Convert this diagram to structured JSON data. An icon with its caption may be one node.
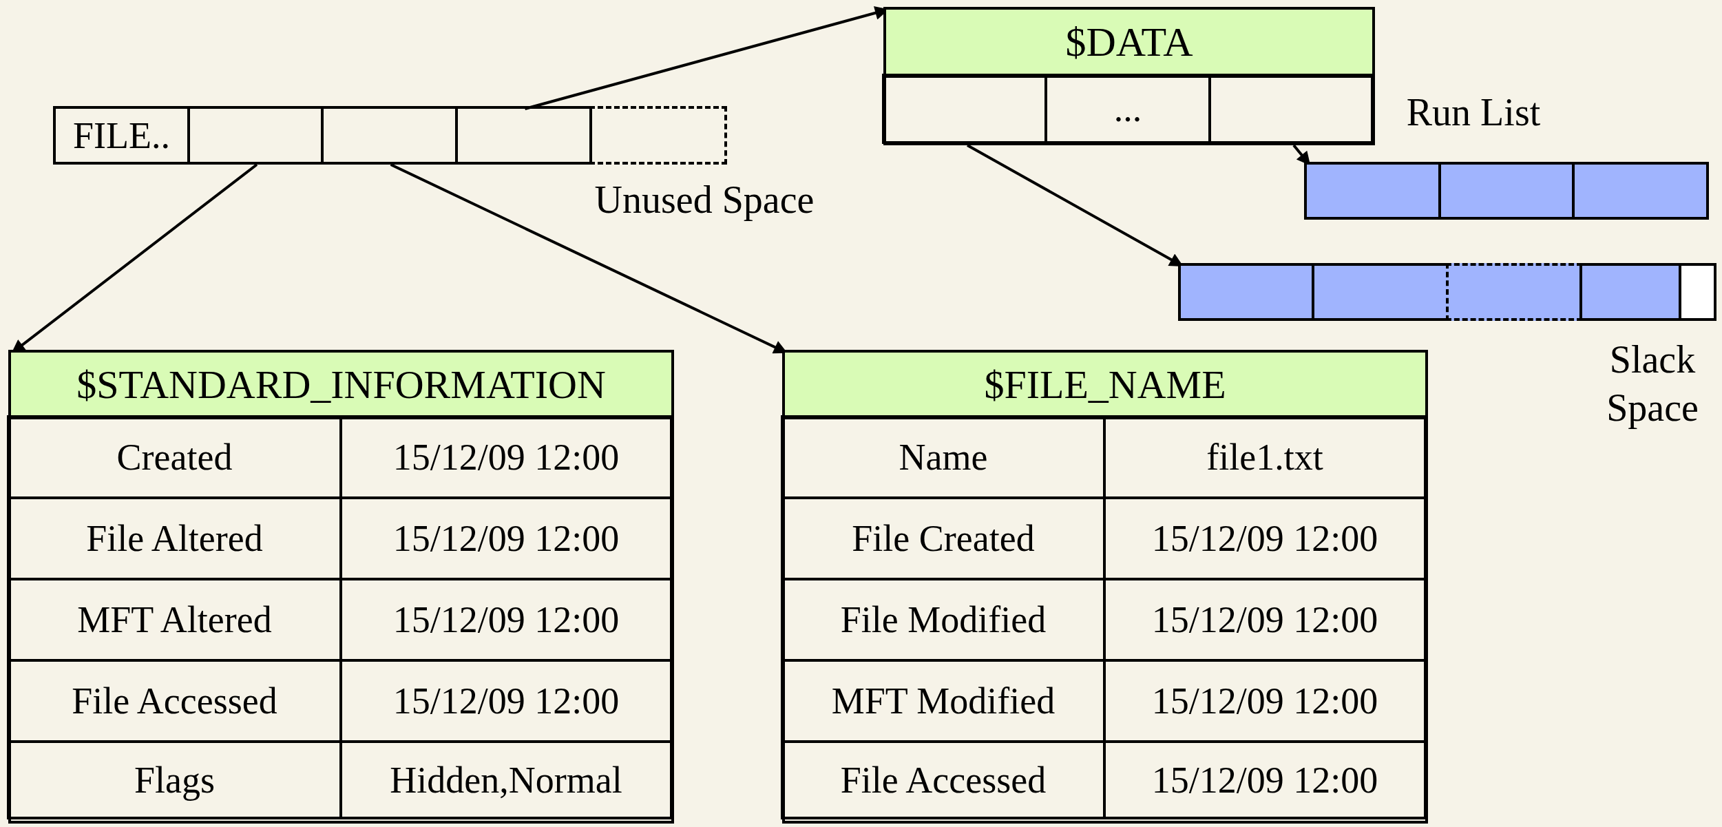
{
  "diagram": {
    "nodes": [
      {
        "text": [
          "FILE.."
        ]
      },
      {
        "text": [],
        "shape": "box"
      },
      {
        "text": [],
        "shape": "box"
      },
      {
        "text": [],
        "shape": "box"
      },
      {
        "text": [],
        "shape": "box",
        "beside": [
          "Unused Space"
        ]
      },
      {
        "text": [
          "$DATA"
        ]
      },
      {
        "text": [],
        "shape": "box",
        "in": 5
      },
      {
        "text": [
          "..."
        ],
        "in": 5
      },
      {
        "text": [],
        "shape": "box",
        "in": 5
      },
      {
        "text": [],
        "shape": "box"
      },
      {
        "text": [],
        "shape": "box"
      },
      {
        "text": [],
        "shape": "box"
      },
      {
        "text": [],
        "shape": "box"
      },
      {
        "text": [],
        "shape": "box"
      },
      {
        "text": [],
        "shape": "box"
      },
      {
        "text": [],
        "shape": "box"
      },
      {
        "text": [],
        "shape": "box",
        "beside": [
          "Slack Space"
        ]
      },
      {
        "text": [
          "$STANDARD_INFORMATION"
        ]
      },
      {
        "text": [
          "Created"
        ],
        "in": 17
      },
      {
        "text": [
          "15/12/09 12:00"
        ],
        "in": 17
      },
      {
        "text": [
          "File Altered"
        ],
        "in": 17
      },
      {
        "text": [
          "15/12/09 12:00"
        ],
        "in": 17
      },
      {
        "text": [
          "MFT Altered"
        ],
        "in": 17
      },
      {
        "text": [
          "15/12/09 12:00"
        ],
        "in": 17
      },
      {
        "text": [
          "File Accessed"
        ],
        "in": 17
      },
      {
        "text": [
          "15/12/09 12:00"
        ],
        "in": 17
      },
      {
        "text": [
          "Flags"
        ],
        "in": 17
      },
      {
        "text": [
          "Hidden,Normal"
        ],
        "in": 17
      },
      {
        "text": [
          "$FILE_NAME"
        ]
      },
      {
        "text": [
          "Name"
        ],
        "in": 28
      },
      {
        "text": [
          "file1.txt"
        ],
        "in": 28
      },
      {
        "text": [
          "File Created"
        ],
        "in": 28
      },
      {
        "text": [
          "15/12/09 12:00"
        ],
        "in": 28
      },
      {
        "text": [
          "File Modified"
        ],
        "in": 28
      },
      {
        "text": [
          "15/12/09 12:00"
        ],
        "in": 28
      },
      {
        "text": [
          "MFT Modified"
        ],
        "in": 28
      },
      {
        "text": [
          "15/12/09 12:00"
        ],
        "in": 28
      },
      {
        "text": [
          "File Accessed"
        ],
        "in": 28
      },
      {
        "text": [
          "15/12/09 12:00"
        ],
        "in": 28
      }
    ],
    "edges": [
      {
        "from": 1,
        "to": 17,
        "arrow": "to"
      },
      {
        "from": 2,
        "to": 28,
        "arrow": "to"
      },
      {
        "from": 3,
        "to": 5,
        "arrow": "to"
      },
      {
        "from": 6,
        "to": 12,
        "arrow": "to"
      },
      {
        "from": 8,
        "to": 9,
        "arrow": "to"
      }
    ],
    "labels": [
      "Run List"
    ]
  }
}
